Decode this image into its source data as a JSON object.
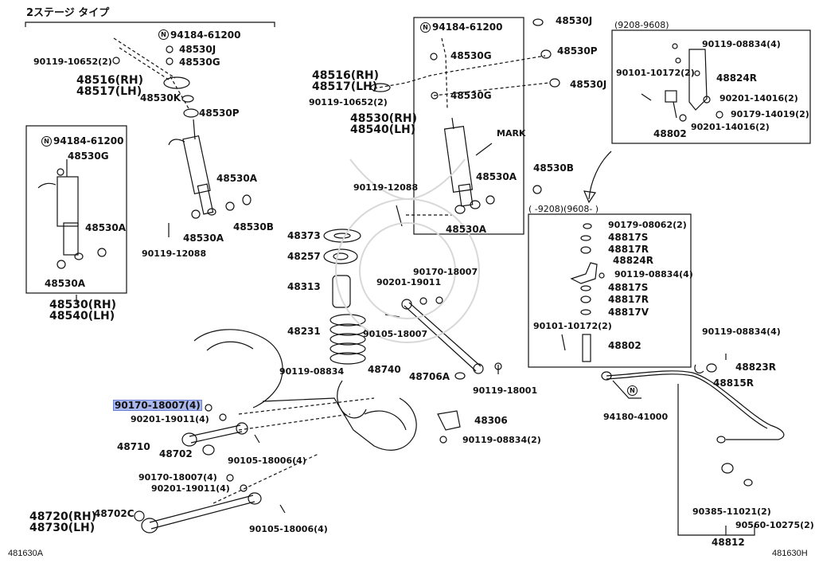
{
  "header": {
    "stage_type": "2ステージ タイプ"
  },
  "footer": {
    "left_code": "481630A",
    "right_code": "481630H"
  },
  "labels": {
    "p94184_61200_a": "94184-61200",
    "p48530J_a": "48530J",
    "p48530G_a": "48530G",
    "p90119_10652_a": "90119-10652(2)",
    "p48516_a": "48516(RH)",
    "p48517_a": "48517(LH)",
    "p48530K": "48530K",
    "p48530P_a": "48530P",
    "p48530A_a": "48530A",
    "p48530A_b": "48530A",
    "p48530B_a": "48530B",
    "p90119_12088_a": "90119-12088",
    "p94184_61200_b": "94184-61200",
    "p48530G_b": "48530G",
    "p48530A_c": "48530A",
    "p48530A_d": "48530A",
    "p48530_a": "48530(RH)",
    "p48540_a": "48540(LH)",
    "p94184_61200_c": "94184-61200",
    "p48530J_b": "48530J",
    "p48530G_c": "48530G",
    "p48530P_b": "48530P",
    "p48516_b": "48516(RH)",
    "p48517_b": "48517(LH)",
    "p90119_10652_b": "90119-10652(2)",
    "p48530G_d": "48530G",
    "p48530J_c": "48530J",
    "p48530_b": "48530(RH)",
    "p48540_b": "48540(LH)",
    "mark": "MARK",
    "p90119_12088_b": "90119-12088",
    "p48530A_e": "48530A",
    "p48530B_b": "48530B",
    "p48530A_f": "48530A",
    "date_a": "(9208-9608)",
    "p90119_08834_a": "90119-08834(4)",
    "p90101_10172_a": "90101-10172(2)",
    "p48824R_a": "48824R",
    "p90201_14016_a": "90201-14016(2)",
    "p90179_14019": "90179-14019(2)",
    "p48802_a": "48802",
    "p90201_14016_b": "90201-14016(2)",
    "date_b": "(    -9208)(9608-    )",
    "p90179_08062": "90179-08062(2)",
    "p48817S_a": "48817S",
    "p48817R_a": "48817R",
    "p48824R_b": "48824R",
    "p90119_08834_b": "90119-08834(4)",
    "p48817S_b": "48817S",
    "p48817R_b": "48817R",
    "p48817V": "48817V",
    "p90101_10172_b": "90101-10172(2)",
    "p48802_b": "48802",
    "p48373": "48373",
    "p48257": "48257",
    "p48313": "48313",
    "p48231": "48231",
    "p90170_18007_a": "90170-18007",
    "p90201_19011_a": "90201-19011",
    "p90105_18007": "90105-18007",
    "p90119_08834_c": "90119-08834",
    "p48740": "48740",
    "p48706A": "48706A",
    "p90119_18001": "90119-18001",
    "p48306": "48306",
    "p90119_08834_d": "90119-08834(2)",
    "p90119_08834_e": "90119-08834(4)",
    "p48823R": "48823R",
    "p48815R": "48815R",
    "p94180_41000": "94180-41000",
    "p90170_18007_hl": "90170-18007(4)",
    "p90201_19011_b": "90201-19011(4)",
    "p48710": "48710",
    "p48702": "48702",
    "p90105_18006_a": "90105-18006(4)",
    "p90170_18007_c": "90170-18007(4)",
    "p90201_19011_c": "90201-19011(4)",
    "p48720": "48720(RH)",
    "p48730": "48730(LH)",
    "p48702C": "48702C",
    "p90105_18006_b": "90105-18006(4)",
    "p90385_11021": "90385-11021(2)",
    "p90560_10275": "90560-10275(2)",
    "p48812": "48812"
  },
  "badges": {
    "n": "N"
  }
}
